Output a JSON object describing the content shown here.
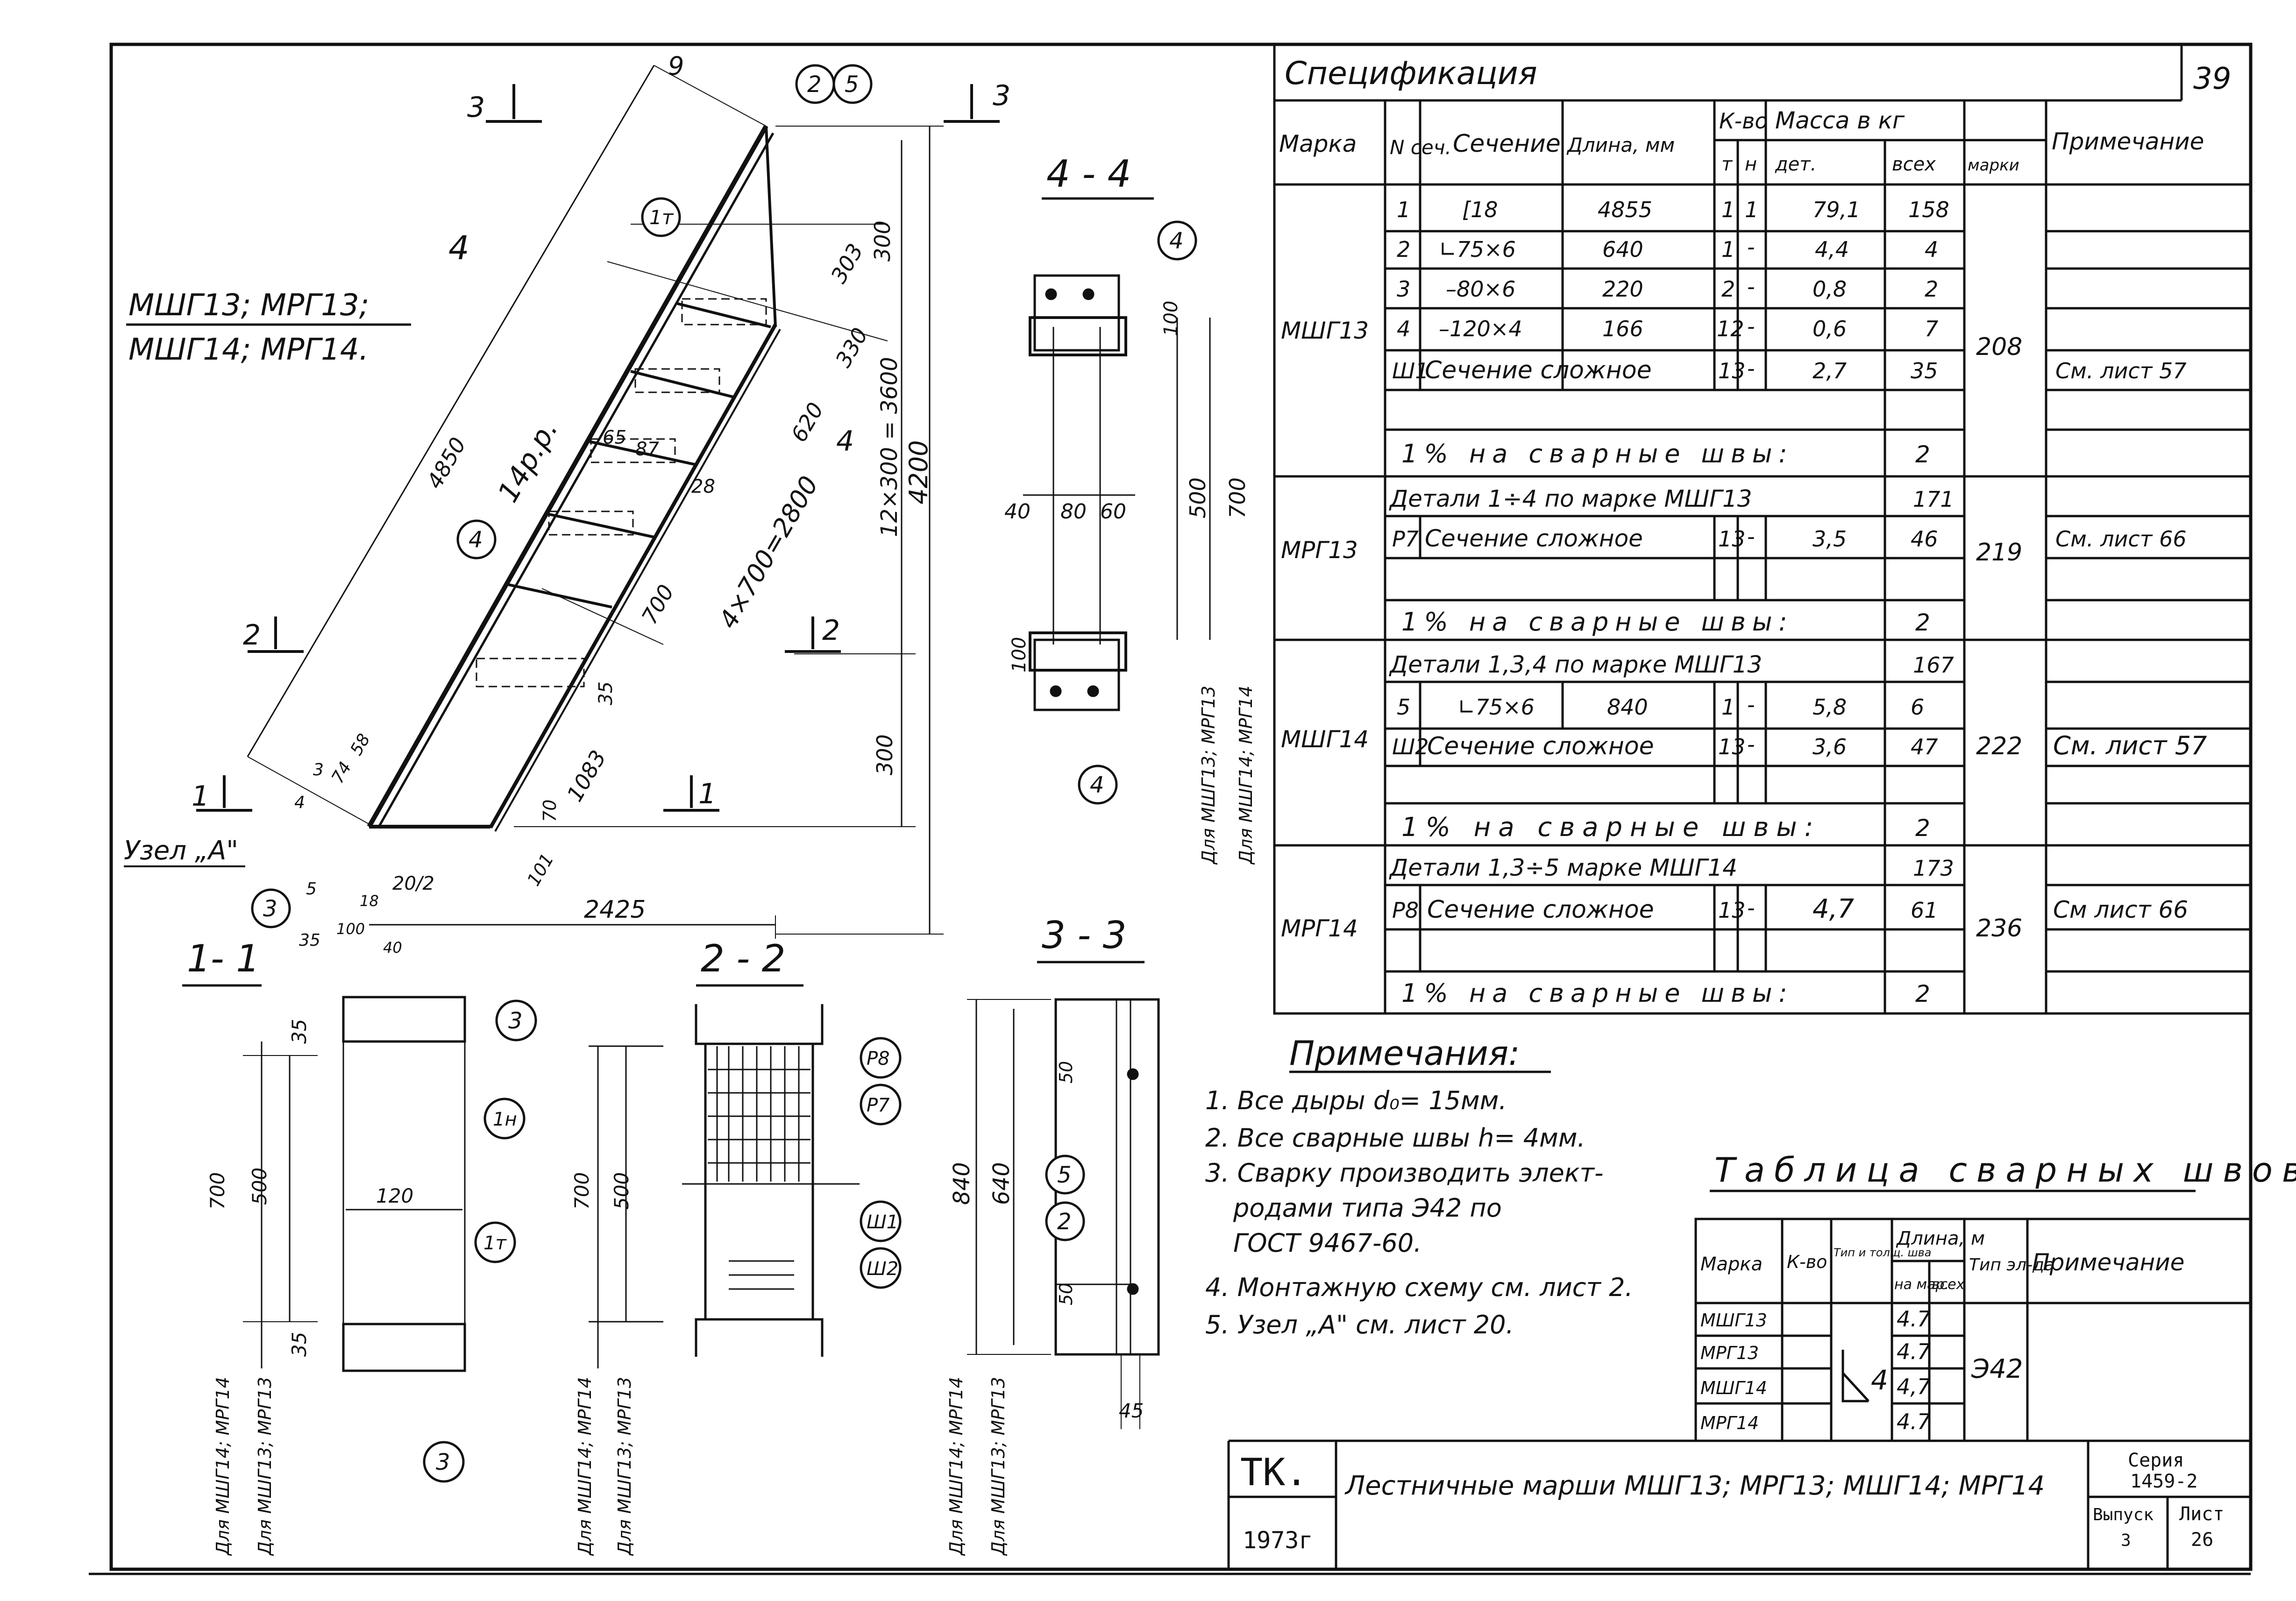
{
  "sheet_number": "39",
  "spec": {
    "title": "Спецификация",
    "headers": {
      "marka": "Марка",
      "n_sech": "N сеч.",
      "sechenie": "Сечение",
      "dlina": "Длина, мм",
      "kvo": "К-во",
      "kvo_t": "т",
      "kvo_n": "н",
      "massa": "Масса в кг",
      "massa_det": "дет.",
      "massa_vseh": "всех",
      "massa_marki": "марки",
      "primechanie": "Примечание"
    },
    "groups": [
      {
        "marka": "МШГ13",
        "massa_marki": "208",
        "rows": [
          {
            "n": "1",
            "sech": "[18",
            "dlina": "4855",
            "t": "1",
            "nn": "1",
            "det": "79,1",
            "vseh": "158",
            "prim": ""
          },
          {
            "n": "2",
            "sech": "∟75×6",
            "dlina": "640",
            "t": "1",
            "nn": "-",
            "det": "4,4",
            "vseh": "4",
            "prim": ""
          },
          {
            "n": "3",
            "sech": "–80×6",
            "dlina": "220",
            "t": "2",
            "nn": "-",
            "det": "0,8",
            "vseh": "2",
            "prim": ""
          },
          {
            "n": "4",
            "sech": "–120×4",
            "dlina": "166",
            "t": "12",
            "nn": "-",
            "det": "0,6",
            "vseh": "7",
            "prim": ""
          },
          {
            "n": "Ш1",
            "sech": "Сечение сложное",
            "dlina": "",
            "t": "13",
            "nn": "-",
            "det": "2,7",
            "vseh": "35",
            "prim": "См. лист 57"
          }
        ],
        "welds": "1% на сварные швы:",
        "welds_val": "2"
      },
      {
        "marka": "МРГ13",
        "massa_marki": "219",
        "details": "Детали 1÷4 по марке МШГ13",
        "details_val": "171",
        "rows": [
          {
            "n": "Р7",
            "sech": "Сечение сложное",
            "dlina": "",
            "t": "13",
            "nn": "-",
            "det": "3,5",
            "vseh": "46",
            "prim": "См. лист 66"
          }
        ],
        "welds": "1% на сварные швы:",
        "welds_val": "2"
      },
      {
        "marka": "МШГ14",
        "massa_marki": "222",
        "details": "Детали 1,3,4 по марке МШГ13",
        "details_val": "167",
        "rows": [
          {
            "n": "5",
            "sech": "∟75×6",
            "dlina": "840",
            "t": "1",
            "nn": "-",
            "det": "5,8",
            "vseh": "6",
            "prim": ""
          },
          {
            "n": "Ш2",
            "sech": "Сечение сложное",
            "dlina": "",
            "t": "13",
            "nn": "-",
            "det": "3,6",
            "vseh": "47",
            "prim": "См. лист 57"
          }
        ],
        "welds": "1% на сварные швы:",
        "welds_val": "2"
      },
      {
        "marka": "МРГ14",
        "massa_marki": "236",
        "details": "Детали 1,3÷5 марке МШГ14",
        "details_val": "173",
        "rows": [
          {
            "n": "Р8",
            "sech": "Сечение сложное",
            "dlina": "",
            "t": "13",
            "nn": "-",
            "det": "4,7",
            "vseh": "61",
            "prim": "См лист 66"
          }
        ],
        "welds": "1% на сварные швы:",
        "welds_val": "2"
      }
    ]
  },
  "notes": {
    "title": "Примечания:",
    "items": [
      "1. Все дыры d₀= 15мм.",
      "2. Все сварные швы h= 4мм.",
      "3. Сварку производить элект-",
      "родами типа Э42 по",
      "ГОСТ 9467-60.",
      "4. Монтажную схему см. лист 2.",
      "5. Узел „А\" см. лист 20."
    ]
  },
  "welds_table": {
    "title": "Таблица сварных швов.",
    "headers": {
      "marka": "Марка",
      "kvo": "К-во",
      "tip": "Тип и толщ. шва",
      "dlina": "Длина, м",
      "na_mar": "на мар.",
      "vseh": "всех",
      "tip_el": "Тип эл-да",
      "prim": "Примечание"
    },
    "rows": [
      {
        "marka": "МШГ13",
        "na_mar": "4.7"
      },
      {
        "marka": "МРГ13",
        "na_mar": "4.7"
      },
      {
        "marka": "МШГ14",
        "na_mar": "4,7"
      },
      {
        "marka": "МРГ14",
        "na_mar": "4.7"
      }
    ],
    "weld_symbol": "4",
    "electrode": "Э42"
  },
  "title_block": {
    "org": "ТК.",
    "year": "1973г",
    "name": "Лестничные марши МШГ13; МРГ13; МШГ14; МРГ14",
    "series_label": "Серия",
    "series": "1459-2",
    "vypusk_label": "Выпуск",
    "vypusk": "3",
    "list_label": "Лист",
    "list": "26"
  },
  "drawing": {
    "marks_caption_1": "МШГ13; МРГ13;",
    "marks_caption_2": "МШГ14; МРГ14.",
    "node_a": "Узел „А\"",
    "section_44": "4 - 4",
    "section_11": "1- 1",
    "section_22": "2 - 2",
    "section_33": "3 - 3",
    "dims": {
      "d4850": "4850",
      "d14pp": "14р.р.",
      "d9": "9",
      "d303": "303",
      "d300a": "300",
      "d330": "330",
      "d620": "620",
      "d12x300": "12×300 = 3600",
      "d4200": "4200",
      "d4x700": "4×700=2800",
      "d700": "700",
      "d65": "65",
      "d87": "87",
      "d28": "28",
      "d35": "35",
      "d1083": "1083",
      "d300b": "300",
      "d70": "70",
      "d101": "101",
      "d2425": "2425",
      "d2012": "20/2",
      "d74": "74",
      "d58": "58",
      "d4": "4",
      "d3": "3",
      "d5": "5",
      "d18": "18",
      "d35b": "35",
      "d100": "100",
      "d40": "40",
      "s44_100": "100",
      "s44_40": "40",
      "s44_80": "80",
      "s44_60": "60",
      "s44_500": "500",
      "s44_700": "700",
      "s44_100b": "100",
      "s11_35": "35",
      "s11_700": "700",
      "s11_500": "500",
      "s11_120": "120",
      "s11_35b": "35",
      "s22_700": "700",
      "s22_500": "500",
      "s33_840": "840",
      "s33_640": "640",
      "s33_50": "50",
      "s33_50b": "50",
      "s33_45": "45"
    },
    "side_labels": {
      "for_a": "Для МШГ13; МРГ13",
      "for_b": "Для МШГ14; МРГ14",
      "s11_a": "Для МШГ14; МРГ14",
      "s11_b": "Для МШГ13; МРГ13",
      "s22_a": "Для МШГ14; МРГ14",
      "s22_b": "Для МШГ13; МРГ13",
      "s33_a": "Для МШГ14; МРГ14",
      "s33_b": "Для МШГ13; МРГ13"
    },
    "callouts": {
      "c25a": "2",
      "c25b": "5",
      "c1t": "1т",
      "c4": "4",
      "c3": "3",
      "c4_44a": "4",
      "c4_44b": "4",
      "c3_11a": "3",
      "c1n": "1н",
      "c1t_11": "1т",
      "c3_11b": "3",
      "cp8": "Р8",
      "cp7": "Р7",
      "csh1": "Ш1",
      "csh2": "Ш2",
      "c2_33": "2",
      "c5_33": "5"
    },
    "cut_marks": {
      "m3": "3",
      "m3r": "3",
      "m4": "4",
      "m4r": "4",
      "m2": "2",
      "m2r": "2",
      "m1": "1",
      "m1r": "1"
    }
  }
}
